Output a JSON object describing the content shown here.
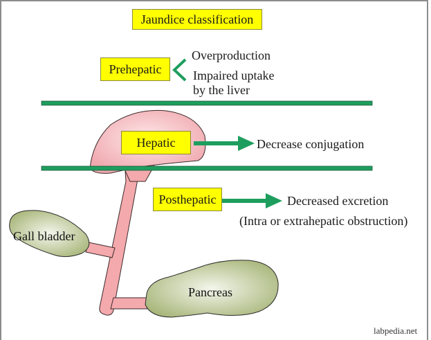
{
  "title": "Jaundice classification",
  "colors": {
    "box_fill": "#ffff00",
    "bar_green": "#1e9e5e",
    "liver_pink": "#f4b8bc",
    "organ_green": "#b8c48e"
  },
  "categories": [
    {
      "label": "Prehepatic",
      "connector": "bracket",
      "causes": [
        "Overproduction",
        "Impaired uptake",
        "by the liver"
      ]
    },
    {
      "label": "Hepatic",
      "connector": "arrow",
      "causes": [
        "Decrease conjugation"
      ]
    },
    {
      "label": "Posthepatic",
      "connector": "arrow",
      "causes": [
        "Decreased excretion",
        "(Intra or extrahepatic obstruction)"
      ]
    }
  ],
  "organs": {
    "gall_bladder": "Gall bladder",
    "pancreas": "Pancreas"
  },
  "credit": "labpedia.net"
}
